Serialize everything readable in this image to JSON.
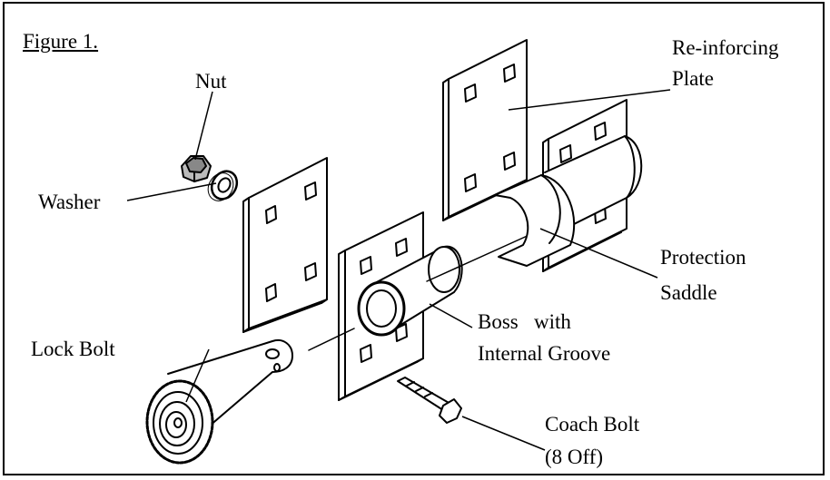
{
  "figure": {
    "title": "Figure 1.",
    "labels": {
      "nut": "Nut",
      "washer": "Washer",
      "plate_line1": "Re-inforcing",
      "plate_line2": "Plate",
      "saddle_line1": "Protection",
      "saddle_line2": "Saddle",
      "boss_line1": "Boss   with",
      "boss_line2": "Internal Groove",
      "lock_bolt": "Lock Bolt",
      "coach_line1": "Coach Bolt",
      "coach_line2": "(8 Off)"
    }
  }
}
